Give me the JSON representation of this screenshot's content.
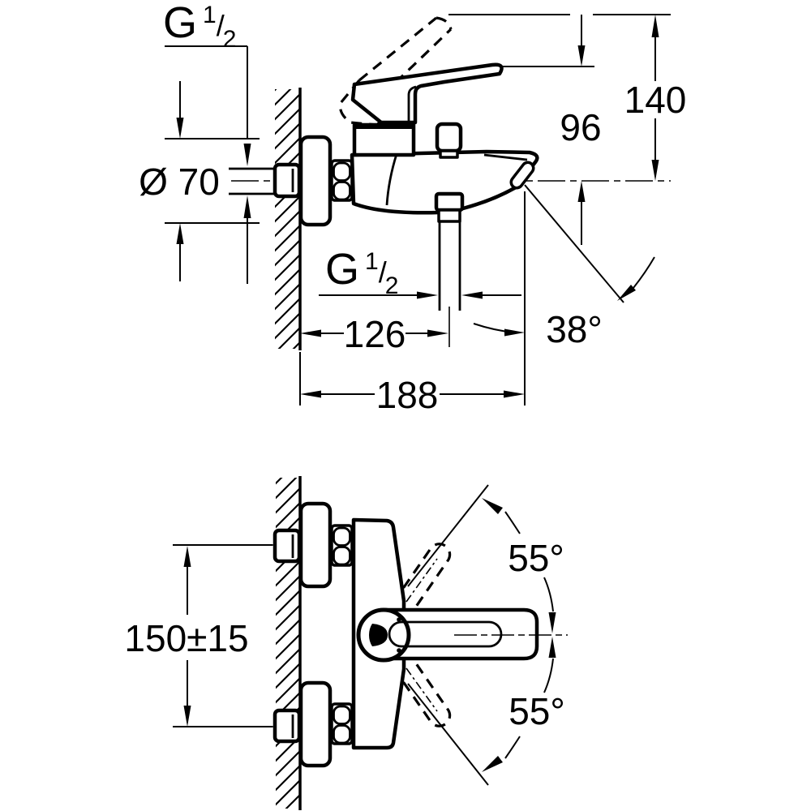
{
  "top_view": {
    "labels": {
      "thread_top": {
        "prefix": "G",
        "numerator": "1",
        "slash": "/",
        "denominator": "2"
      },
      "diameter": "Ø 70",
      "height_open": "140",
      "height_closed": "96",
      "thread_hose": {
        "prefix": "G",
        "numerator": "1",
        "slash": "/",
        "denominator": "2"
      },
      "depth_hose": "126",
      "spout_angle": "38°",
      "depth_total": "188"
    }
  },
  "bottom_view": {
    "labels": {
      "connection_distance": "150±15",
      "swivel_upper": "55°",
      "swivel_lower": "55°"
    }
  },
  "colors": {
    "line": "#000000",
    "background": "#ffffff"
  }
}
